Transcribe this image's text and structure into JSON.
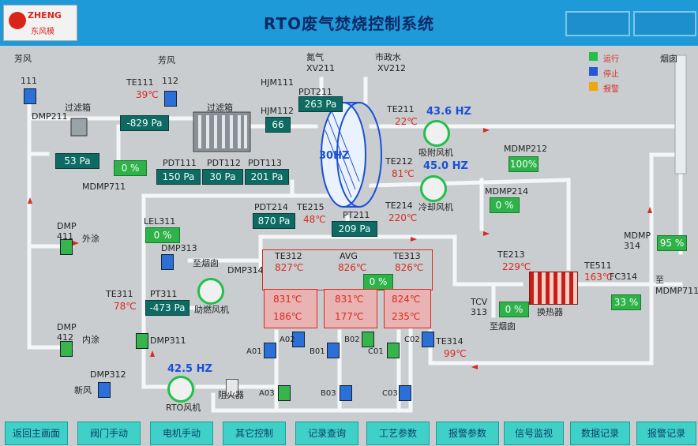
{
  "header": {
    "title": "RTO废气焚烧控制系统",
    "logo_brand": "ZHENG",
    "logo_sub": "东风模"
  },
  "legend": [
    {
      "label": "运行",
      "color": "#21c04a"
    },
    {
      "label": "停止",
      "color": "#2657d6"
    },
    {
      "label": "报警",
      "color": "#f0a70f"
    }
  ],
  "labels": {
    "lbl_a": "芳风",
    "dmp111": "111",
    "dmp_mid": "112",
    "filter_box": "过滤箱",
    "filter_pack": "过滤箱",
    "nitrogen": "氮气",
    "xv211": "XV211",
    "tapwater": "市政水",
    "xv212": "XV212",
    "hjm111": "HJM111",
    "hjm112": "HJM112",
    "pdt211": "PDT211",
    "te111": "TE111",
    "pdt111": "PDT111",
    "pdt112": "PDT112",
    "pdt113": "PDT113",
    "dmp211": "DMP211",
    "mdmp711": "MDMP711",
    "te211": "TE211",
    "fan_exhaust": "吸附风机",
    "te212": "TE212",
    "fan_cool": "冷却风机",
    "mdmp212": "MDMP212",
    "mdmp214": "MDMP214",
    "pdt214": "PDT214",
    "te215": "TE215",
    "pt211": "PT211",
    "te214": "TE214",
    "lel311": "LEL311",
    "dmp313": "DMP313",
    "chimney1": "至烟囱",
    "dmp314": "DMP314",
    "dmp411": "DMP\n411",
    "outer": "外涂",
    "dmp412": "DMP\n412",
    "inner": "内涂",
    "te311": "TE311",
    "pt311": "PT311",
    "burner_fan": "助燃风机",
    "dmp311": "DMP311",
    "dmp312": "DMP312",
    "fresh_air": "新风",
    "rto_fan": "RTO风机",
    "flame_arrester": "阻火器",
    "te312": "TE312",
    "avg": "AVG",
    "te313": "TE313",
    "te213": "TE213",
    "te511": "TE511",
    "fc314": "FC314",
    "tcv313": "TCV\n313",
    "chimney2": "至烟囱",
    "hx": "换热器",
    "mdmp314": "MDMP\n314",
    "right_mdmp": "至\nMDMP711",
    "te314": "TE314",
    "right_top": "烟囱",
    "a01": "A01",
    "a02": "A02",
    "a03": "A03",
    "b01": "B01",
    "b02": "B02",
    "b03": "B03",
    "c01": "C01",
    "c02": "C02",
    "c03": "C03"
  },
  "values": {
    "te111": "39℃",
    "dp_left": "-829 Pa",
    "dp_left2": "53 Pa",
    "mdmp711_pct": "0 %",
    "pdt111": "150 Pa",
    "pdt112": "30 Pa",
    "pdt113": "201 Pa",
    "hjm": "66",
    "pdt211": "263 Pa",
    "wheel_hz": "30HZ",
    "te211": "22℃",
    "exh_hz": "43.6 HZ",
    "te212": "81℃",
    "cool_hz": "45.0 HZ",
    "mdmp212": "100%",
    "mdmp214": "0 %",
    "pdt214": "870 Pa",
    "te215": "48℃",
    "pt211": "209 Pa",
    "te214": "220℃",
    "lel311": "0 %",
    "te311": "78℃",
    "pt311": "-473 Pa",
    "te312": "827℃",
    "avg": "826℃",
    "te313": "826℃",
    "bed_pct": "0 %",
    "bed1_top": "831℃",
    "bed1_bot": "186℃",
    "bed2_top": "831℃",
    "bed2_bot": "177℃",
    "bed3_top": "824℃",
    "bed3_bot": "235℃",
    "te213": "229℃",
    "te511": "163℃",
    "tcv313": "0 %",
    "fc314": "33 %",
    "mdmp314": "95 %",
    "te314": "99℃",
    "rto_hz": "42.5 HZ"
  },
  "buttons": [
    {
      "label": "返回主画面"
    },
    {
      "label": "阀门手动"
    },
    {
      "label": "电机手动"
    },
    {
      "label": "其它控制"
    },
    {
      "label": "记录查询"
    },
    {
      "label": "工艺参数"
    },
    {
      "label": "报警参数"
    },
    {
      "label": "信号监视"
    },
    {
      "label": "数据记录"
    },
    {
      "label": "报警记录"
    }
  ],
  "colors": {
    "titlebar": "#1f9ad9",
    "panel": "#c9cdd0",
    "pipe": "#f4f6f7",
    "value_box": "#0e6a62",
    "value_green": "#2fb24a",
    "alarm_red": "#d92a1f",
    "button": "#3fd0c8"
  }
}
